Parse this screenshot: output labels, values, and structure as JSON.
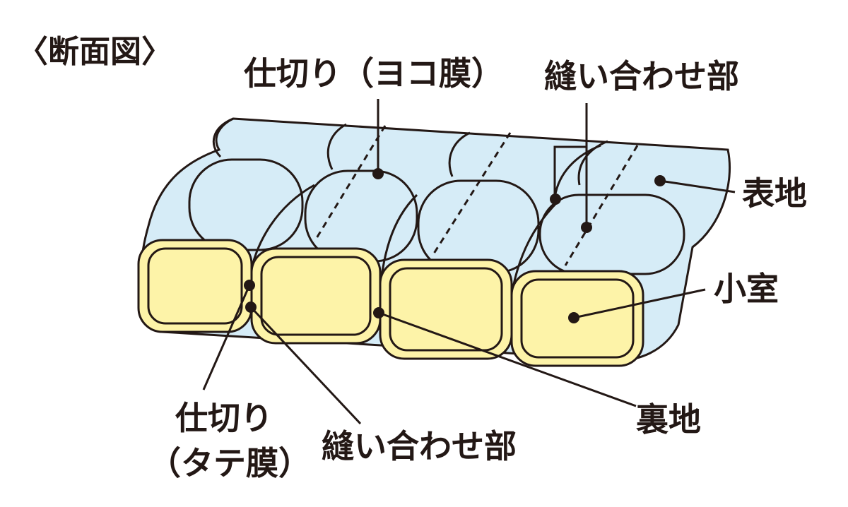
{
  "title": "〈断面図〉",
  "labels": {
    "yoko_membrane": "仕切り（ヨコ膜）",
    "seam_top": "縫い合わせ部",
    "outer_fabric": "表地",
    "chamber": "小室",
    "inner_fabric": "裏地",
    "tate_line1": "仕切り",
    "tate_line2": "（タテ膜）",
    "seam_bottom": "縫い合わせ部"
  },
  "colors": {
    "outer_fill": "#d6ecf7",
    "chamber_fill": "#fdf3a8",
    "stroke": "#231815"
  }
}
